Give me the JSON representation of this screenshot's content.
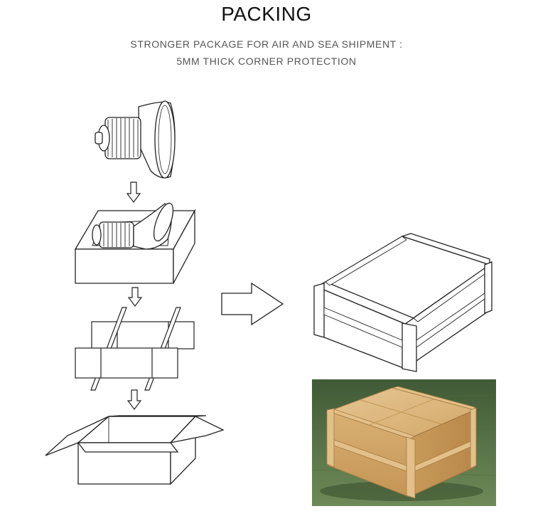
{
  "header": {
    "title": "PACKING",
    "subtitle_line1": "STRONGER PACKAGE FOR AIR AND SEA SHIPMENT :",
    "subtitle_line2": "5MM THICK CORNER PROTECTION"
  },
  "colors": {
    "line": "#222222",
    "cardboard": "#d9b37a",
    "cardboard_dark": "#b98f55",
    "grass": "#5d7a4a"
  },
  "icons": {
    "step_arrow": "arrow-down-outline",
    "result_arrow": "arrow-right-outline"
  }
}
